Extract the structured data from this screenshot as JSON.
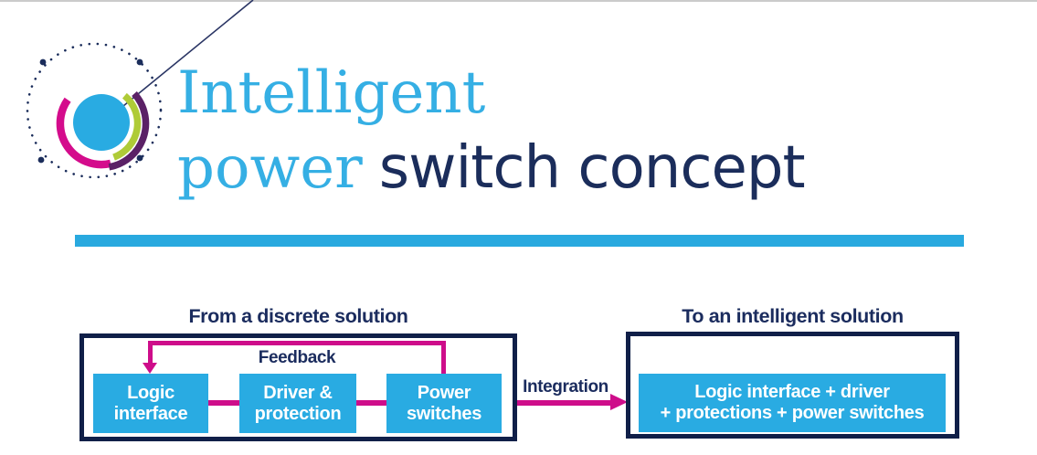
{
  "slide": {
    "title": {
      "line1": "Intelligent",
      "line2_accent": "power",
      "line2_rest": "switch concept"
    }
  },
  "diagram": {
    "left": {
      "title": "From a discrete solution",
      "feedback_label": "Feedback",
      "boxes": [
        {
          "line1": "Logic",
          "line2": "interface"
        },
        {
          "line1": "Driver &",
          "line2": "protection"
        },
        {
          "line1": "Power",
          "line2": "switches"
        }
      ]
    },
    "integration_label": "Integration",
    "right": {
      "title": "To an intelligent solution",
      "box": {
        "line1": "Logic interface + driver",
        "line2": "+ protections + power switches"
      }
    }
  },
  "colors": {
    "accent_blue": "#29abe2",
    "title_blue": "#35afe4",
    "navy": "#101f48",
    "magenta": "#ce0d8a",
    "logo_green": "#afcb37",
    "logo_purple": "#5b2166",
    "top_rule_gray": "#cbcbcb"
  }
}
